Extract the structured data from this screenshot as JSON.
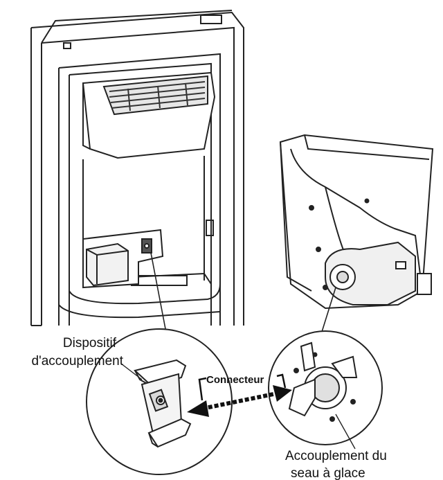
{
  "labels": {
    "coupling_device_line1": "Dispositif",
    "coupling_device_line2": "d'accouplement",
    "connector": "Connecteur",
    "bucket_coupling_line1": "Accouplement du",
    "bucket_coupling_line2": "seau à glace"
  },
  "colors": {
    "line": "#222222",
    "background": "#ffffff",
    "shade": "#cfcfcf"
  }
}
